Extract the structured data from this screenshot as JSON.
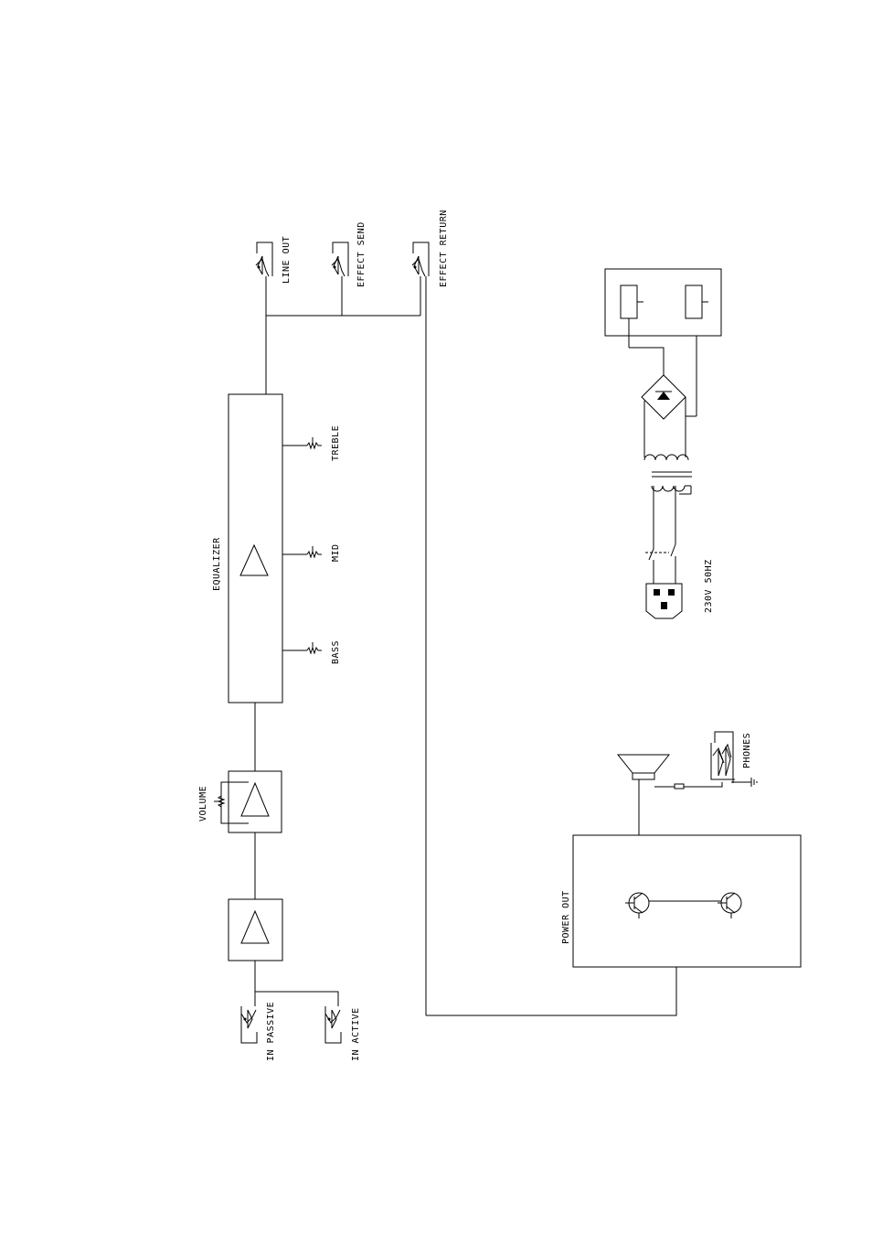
{
  "labels": {
    "line_out": "LINE OUT",
    "effect_send": "EFFECT SEND",
    "effect_return": "EFFECT RETURN",
    "treble": "TREBLE",
    "mid": "MID",
    "bass": "BASS",
    "equalizer": "EQUALIZER",
    "volume": "VOLUME",
    "in_passive": "IN PASSIVE",
    "in_active": "IN ACTIVE",
    "power_out": "POWER OUT",
    "phones": "PHONES",
    "mains": "230V 50HZ"
  }
}
